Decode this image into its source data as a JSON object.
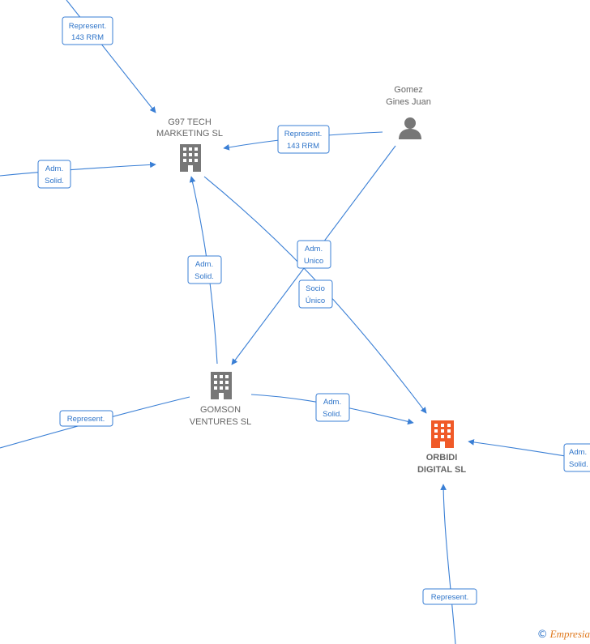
{
  "colors": {
    "edge": "#3a7fd5",
    "building": "#777777",
    "building_main": "#f05a28",
    "person": "#777777",
    "label_text": "#666666",
    "edge_label_text": "#2e74c9"
  },
  "nodes": {
    "g97": {
      "name_line1": "G97 TECH",
      "name_line2": "MARKETING  SL",
      "icon": "building-icon"
    },
    "gomez": {
      "name_line1": "Gomez",
      "name_line2": "Gines Juan",
      "icon": "person-icon"
    },
    "gomson": {
      "name_line1": "GOMSON",
      "name_line2": "VENTURES  SL",
      "icon": "building-icon"
    },
    "orbidi": {
      "name_line1": "ORBIDI",
      "name_line2": "DIGITAL  SL",
      "icon": "building-icon"
    }
  },
  "edge_labels": {
    "top_left_in": {
      "line1": "Represent.",
      "line2": "143 RRM"
    },
    "gomez_g97": {
      "line1": "Represent.",
      "line2": "143 RRM"
    },
    "left_g97": {
      "line1": "Adm.",
      "line2": "Solid."
    },
    "gomez_gomson": {
      "line1": "Adm.",
      "line2": "Unico"
    },
    "g97_orbidi": {
      "line1": "Socio",
      "line2": "Único"
    },
    "gomson_g97": {
      "line1": "Adm.",
      "line2": "Solid."
    },
    "left_gomson": {
      "line1": "Represent."
    },
    "gomson_orbidi": {
      "line1": "Adm.",
      "line2": "Solid."
    },
    "right_orbidi": {
      "line1": "Adm.",
      "line2": "Solid."
    },
    "bottom_orbidi": {
      "line1": "Represent."
    }
  },
  "brand": {
    "copyright": "©",
    "name": "Empresia"
  }
}
